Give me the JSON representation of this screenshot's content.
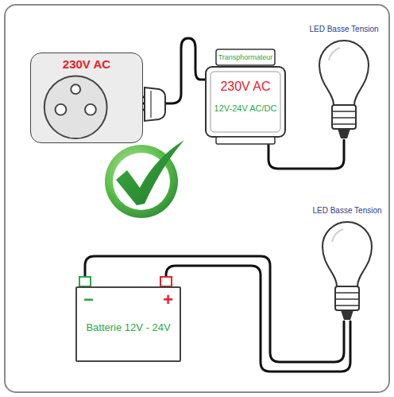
{
  "diagram": {
    "nodes": [
      {
        "text": [
          "230V AC"
        ]
      },
      {
        "text": [
          "Transphormateur",
          "230V AC",
          "12V-24V AC/DC"
        ]
      },
      {
        "text": [
          "LED Basse Tension"
        ]
      },
      {
        "text": [
          "−",
          "+",
          "Batterie 12V - 24V"
        ]
      },
      {
        "text": [
          "LED Basse Tension"
        ]
      }
    ],
    "edges": [
      {
        "from": 0,
        "to": 1,
        "arrow": "none"
      },
      {
        "from": 1,
        "to": 2,
        "arrow": "none"
      },
      {
        "from": 3,
        "to": 4,
        "arrow": "none"
      },
      {
        "from": 3,
        "to": 4,
        "arrow": "none"
      }
    ]
  }
}
